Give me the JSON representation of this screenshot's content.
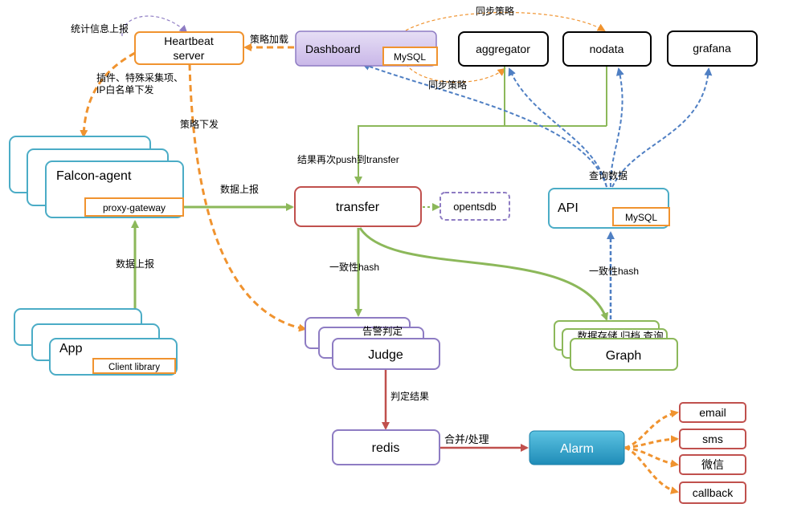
{
  "colors": {
    "orange": "#f0932f",
    "green": "#8cb85a",
    "blue": "#4f7fc3",
    "red": "#c0504d",
    "purple": "#7a5fa6",
    "cyan": "#4bacc6",
    "alarm": "#2e9ec8"
  },
  "nodes": {
    "heartbeat": {
      "line1": "Heartbeat",
      "line2": "server"
    },
    "dashboard": {
      "label": "Dashboard",
      "db": "MySQL"
    },
    "aggregator": {
      "label": "aggregator"
    },
    "nodata": {
      "label": "nodata"
    },
    "grafana": {
      "label": "grafana"
    },
    "falcon_agent": {
      "label": "Falcon-agent",
      "sub": "proxy-gateway"
    },
    "transfer": {
      "label": "transfer"
    },
    "opentsdb": {
      "label": "opentsdb"
    },
    "api": {
      "label": "API",
      "db": "MySQL"
    },
    "app": {
      "label": "App",
      "sub": "Client library"
    },
    "judge": {
      "label": "Judge",
      "back": "告警判定"
    },
    "graph": {
      "label": "Graph",
      "back": "数据存储 归档 查询"
    },
    "redis": {
      "label": "redis"
    },
    "alarm": {
      "label": "Alarm"
    },
    "email": {
      "label": "email"
    },
    "sms": {
      "label": "sms"
    },
    "weixin": {
      "label": "微信"
    },
    "callback": {
      "label": "callback"
    }
  },
  "edges": {
    "stats_report": "统计信息上报",
    "plugins_line1": "插件、特殊采集项、",
    "plugins_line2": "IP白名单下发",
    "strategy_load": "策略加载",
    "sync_top": "同步策略",
    "sync_mid": "同步策略",
    "strategy_push": "策略下发",
    "repush": "结果再次push到transfer",
    "query_data": "查询数据",
    "data_report_agent": "数据上报",
    "data_report_app": "数据上报",
    "hash_judge": "一致性hash",
    "hash_graph": "一致性hash",
    "judge_result": "判定结果",
    "merge_process": "合并/处理"
  }
}
